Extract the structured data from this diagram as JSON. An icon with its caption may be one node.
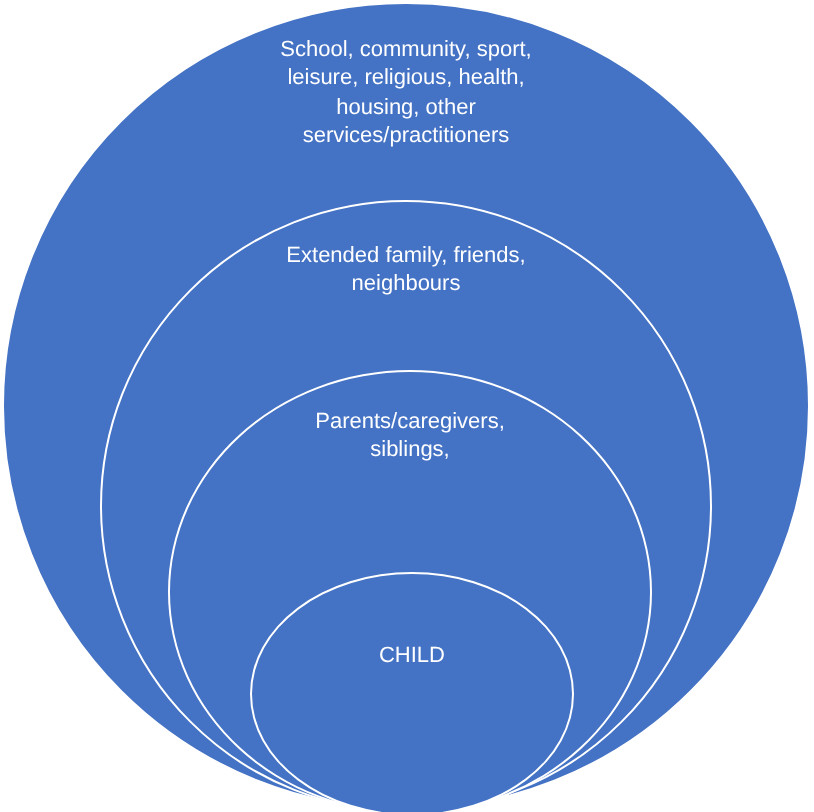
{
  "diagram": {
    "nodes": [
      {
        "text": [
          "School, community, sport, leisure, religious, health, housing, other services/practitioners"
        ]
      },
      {
        "text": [
          "Extended family, friends, neighbours"
        ],
        "in": 0
      },
      {
        "text": [
          "Parents/caregivers, siblings,"
        ],
        "in": 1
      },
      {
        "text": [
          "CHILD"
        ],
        "in": 2
      }
    ]
  }
}
